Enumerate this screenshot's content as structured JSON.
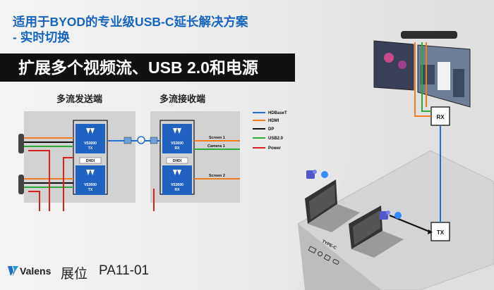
{
  "header": {
    "title_line1": "适用于BYOD的专业级USB-C延长解决方案",
    "title_line2": "- 实时切换",
    "banner": "扩展多个视频流、USB 2.0和电源"
  },
  "diagram": {
    "sender_label": "多流发送端",
    "receiver_label": "多流接收端",
    "chip_label_1": "VS3000",
    "tx_label": "TX",
    "rx_label": "RX",
    "dhdi_label": "DHDI",
    "screen1": "Screen 1",
    "camera1": "Camera 1",
    "screen2": "Screen 2"
  },
  "legend": {
    "items": [
      {
        "label": "HDBaseT",
        "color": "#1f6fd1"
      },
      {
        "label": "HDMI",
        "color": "#ef7d22"
      },
      {
        "label": "DP",
        "color": "#111111"
      },
      {
        "label": "USB2.0",
        "color": "#2eaa3a"
      },
      {
        "label": "Power",
        "color": "#d62020"
      }
    ]
  },
  "scene": {
    "rx": "RX",
    "tx": "TX",
    "type_c": "TYPE-C"
  },
  "footer": {
    "brand": "Valens",
    "booth_label": "展位",
    "booth_number": "PA11-01"
  }
}
